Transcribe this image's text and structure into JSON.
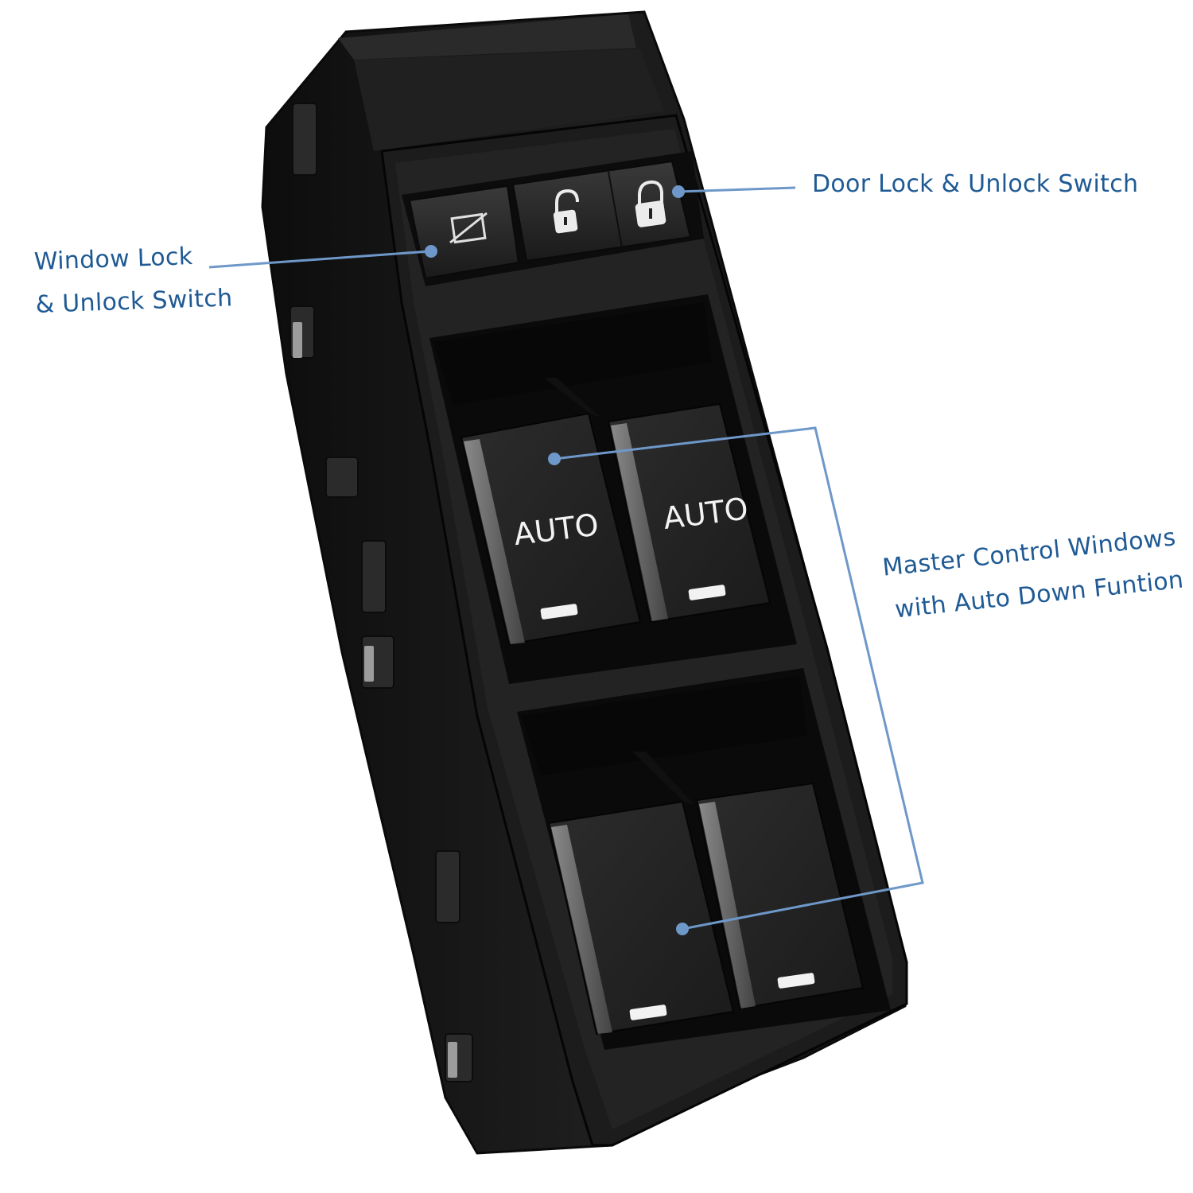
{
  "colors": {
    "label": "#1f5a94",
    "leader_line": "#6e98c9",
    "plastic_dark": "#161616",
    "plastic_mid": "#242424",
    "plastic_light": "#3a3a3a",
    "highlight": "#8c8c8c",
    "lamp": "#f2f2f2"
  },
  "callouts": {
    "door_lock": {
      "text": "Door Lock & Unlock Switch"
    },
    "window_lock": {
      "line1": "Window Lock",
      "line2": "& Unlock Switch"
    },
    "master_control": {
      "line1": "Master Control Windows",
      "line2": "with Auto Down Funtion"
    }
  },
  "switch": {
    "front_left_label": "AUTO",
    "front_right_label": "AUTO"
  },
  "icons": {
    "window_lock": "window-lock-icon",
    "door_unlock": "padlock-open-icon",
    "door_lock": "padlock-closed-icon"
  }
}
